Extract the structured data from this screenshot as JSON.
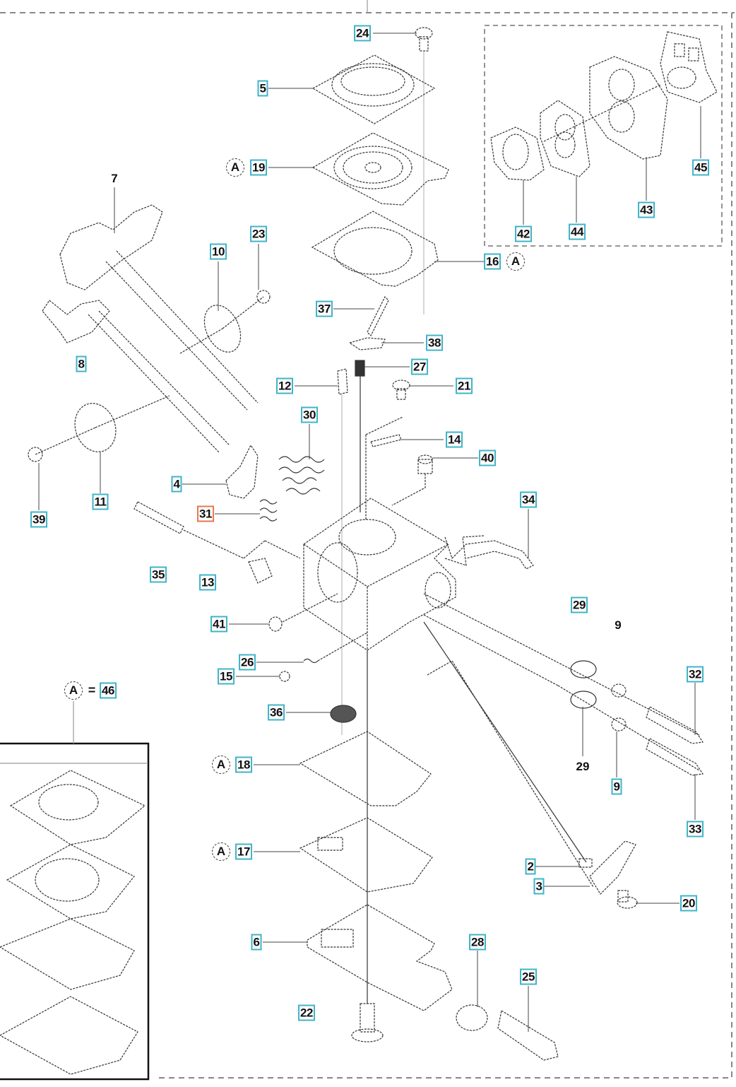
{
  "diagram": {
    "type": "exploded parts diagram",
    "subject": "carburetor assembly",
    "colors": {
      "label_border": "#3fb4c8",
      "highlight_border": "#e8764f",
      "line": "#333333",
      "frame_dash": "#888888"
    },
    "kit_legend": {
      "symbol": "A",
      "equals": "=",
      "kit_number": "46"
    },
    "highlighted_part": "31",
    "labels": [
      {
        "id": "24",
        "boxed": true
      },
      {
        "id": "5",
        "boxed": true
      },
      {
        "id": "19",
        "boxed": true,
        "kit": "A"
      },
      {
        "id": "16",
        "boxed": true,
        "kit": "A"
      },
      {
        "id": "7",
        "boxed": false
      },
      {
        "id": "23",
        "boxed": true
      },
      {
        "id": "10",
        "boxed": true
      },
      {
        "id": "8",
        "boxed": true
      },
      {
        "id": "37",
        "boxed": true
      },
      {
        "id": "38",
        "boxed": true
      },
      {
        "id": "27",
        "boxed": true
      },
      {
        "id": "12",
        "boxed": true
      },
      {
        "id": "21",
        "boxed": true
      },
      {
        "id": "30",
        "boxed": true
      },
      {
        "id": "14",
        "boxed": true
      },
      {
        "id": "40",
        "boxed": true
      },
      {
        "id": "11",
        "boxed": true
      },
      {
        "id": "39",
        "boxed": true
      },
      {
        "id": "4",
        "boxed": true
      },
      {
        "id": "31",
        "boxed": true,
        "highlighted": true
      },
      {
        "id": "34",
        "boxed": true
      },
      {
        "id": "35",
        "boxed": true
      },
      {
        "id": "13",
        "boxed": true
      },
      {
        "id": "29",
        "boxed": true
      },
      {
        "id": "9",
        "boxed": false
      },
      {
        "id": "41",
        "boxed": true
      },
      {
        "id": "26",
        "boxed": true
      },
      {
        "id": "15",
        "boxed": true
      },
      {
        "id": "32",
        "boxed": true
      },
      {
        "id": "36",
        "boxed": true
      },
      {
        "id": "29",
        "boxed": false
      },
      {
        "id": "9",
        "boxed": true
      },
      {
        "id": "33",
        "boxed": true
      },
      {
        "id": "18",
        "boxed": true,
        "kit": "A"
      },
      {
        "id": "17",
        "boxed": true,
        "kit": "A"
      },
      {
        "id": "2",
        "boxed": true
      },
      {
        "id": "3",
        "boxed": true
      },
      {
        "id": "20",
        "boxed": true
      },
      {
        "id": "6",
        "boxed": true
      },
      {
        "id": "28",
        "boxed": true
      },
      {
        "id": "25",
        "boxed": true
      },
      {
        "id": "22",
        "boxed": true
      },
      {
        "id": "42",
        "boxed": true
      },
      {
        "id": "44",
        "boxed": true
      },
      {
        "id": "43",
        "boxed": true
      },
      {
        "id": "45",
        "boxed": true
      }
    ]
  }
}
